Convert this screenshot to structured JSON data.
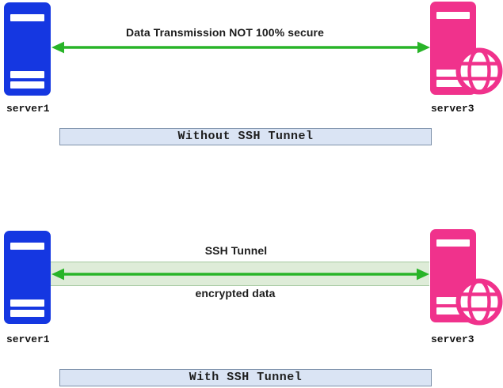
{
  "section1": {
    "arrow_label": "Data Transmission NOT 100% secure",
    "left_server_label": "server1",
    "right_server_label": "server3",
    "caption": "Without SSH Tunnel"
  },
  "section2": {
    "tunnel_label": "SSH Tunnel",
    "arrow_label": "encrypted data",
    "left_server_label": "server1",
    "right_server_label": "server3",
    "caption": "With SSH Tunnel"
  },
  "icons": {
    "left_server": "server-tower-icon",
    "right_server": "web-server-globe-icon",
    "transmission": "double-headed-arrow-icon"
  },
  "colors": {
    "server_left": "#1537e1",
    "server_right": "#f0328c",
    "arrow": "#28b428",
    "tunnel_fill": "#deecd8",
    "tunnel_border": "#a5c8a0",
    "caption_fill": "#dae4f4",
    "caption_border": "#7d91aa"
  }
}
